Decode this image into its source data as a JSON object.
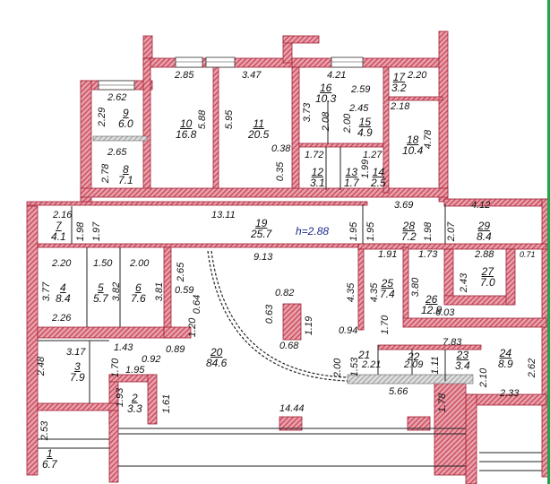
{
  "plan": {
    "ceiling_height": "h=2.88",
    "colors": {
      "wall": "#c8384c",
      "wall_hatch": "#e6a0aa",
      "accent_green": "#1fa64a",
      "background": "#ffffff"
    },
    "rooms": [
      {
        "id": "1",
        "area": "6.7"
      },
      {
        "id": "2",
        "area": "3.3"
      },
      {
        "id": "3",
        "area": "7.9"
      },
      {
        "id": "4",
        "area": "8.4"
      },
      {
        "id": "5",
        "area": "5.7"
      },
      {
        "id": "6",
        "area": "7.6"
      },
      {
        "id": "7",
        "area": "4.1"
      },
      {
        "id": "8",
        "area": "7.1"
      },
      {
        "id": "9",
        "area": "6.0"
      },
      {
        "id": "10",
        "area": "16.8"
      },
      {
        "id": "11",
        "area": "20.5"
      },
      {
        "id": "12",
        "area": "3.1"
      },
      {
        "id": "13",
        "area": "1.7"
      },
      {
        "id": "14",
        "area": "2.5"
      },
      {
        "id": "15",
        "area": "4.9"
      },
      {
        "id": "16",
        "area": "10.3"
      },
      {
        "id": "17",
        "area": "3.2"
      },
      {
        "id": "18",
        "area": "10.4"
      },
      {
        "id": "19",
        "area": "25.7"
      },
      {
        "id": "20",
        "area": "84.6"
      },
      {
        "id": "21",
        "area": ""
      },
      {
        "id": "22",
        "area": ""
      },
      {
        "id": "23",
        "area": "3.4"
      },
      {
        "id": "24",
        "area": "8.9"
      },
      {
        "id": "25",
        "area": "7.4"
      },
      {
        "id": "26",
        "area": "12.9"
      },
      {
        "id": "27",
        "area": "7.0"
      },
      {
        "id": "28",
        "area": "7.2"
      },
      {
        "id": "29",
        "area": "8.4"
      }
    ],
    "dimensions": {
      "d_2_85": "2.85",
      "d_3_47": "3.47",
      "d_4_21": "4.21",
      "d_2_20_top": "2.20",
      "d_2_62": "2.62",
      "d_2_29": "2.29",
      "d_2_65_r8": "2.65",
      "d_2_78": "2.78",
      "d_5_88": "5.88",
      "d_5_95": "5.95",
      "d_0_38": "0.38",
      "d_0_35": "0.35",
      "d_3_73": "3.73",
      "d_2_59": "2.59",
      "d_2_08": "2.08",
      "d_2_45": "2.45",
      "d_2_00_r15": "2.00",
      "d_2_18": "2.18",
      "d_4_78": "4.78",
      "d_1_72": "1.72",
      "d_1_27": "1.27",
      "d_1_99": "1.99",
      "d_2_16": "2.16",
      "d_1_98_r7": "1.98",
      "d_1_97": "1.97",
      "d_13_11": "13.11",
      "d_1_95_a": "1.95",
      "d_1_95_b": "1.95",
      "d_3_69": "3.69",
      "d_1_98_r28": "1.98",
      "d_2_07": "2.07",
      "d_4_12": "4.12",
      "d_2_20_r4": "2.20",
      "d_1_50": "1.50",
      "d_2_00_r6": "2.00",
      "d_9_13": "9.13",
      "d_1_91": "1.91",
      "d_1_73": "1.73",
      "d_2_88": "2.88",
      "d_0_71": "0.71",
      "d_2_43": "2.43",
      "d_3_77": "3.77",
      "d_2_26": "2.26",
      "d_3_82": "3.82",
      "d_3_81": "3.81",
      "d_2_65_col": "2.65",
      "d_0_59": "0.59",
      "d_0_64": "0.64",
      "d_1_20": "1.20",
      "d_0_82": "0.82",
      "d_0_63": "0.63",
      "d_1_19": "1.19",
      "d_0_68": "0.68",
      "d_4_35_a": "4.35",
      "d_4_35_b": "4.35",
      "d_3_80": "3.80",
      "d_6_03": "6.03",
      "d_0_94": "0.94",
      "d_1_70": "1.70",
      "d_2_00_door": "2.00",
      "d_1_53": "1.53",
      "d_7_83": "7.83",
      "d_2_21": "2.21",
      "d_2_09": "2.09",
      "d_1_11": "1.11",
      "d_2_10": "2.10",
      "d_2_62_r24": "2.62",
      "d_2_33": "2.33",
      "d_5_66": "5.66",
      "d_1_78": "1.78",
      "d_14_44": "14.44",
      "d_3_17": "3.17",
      "d_2_48": "2.48",
      "d_1_43": "1.43",
      "d_0_89": "0.89",
      "d_0_92": "0.92",
      "d_1_70_r3": "1.70",
      "d_1_95_r2": "1.95",
      "d_1_93": "1.93",
      "d_1_61": "1.61",
      "d_2_53": "2.53"
    }
  }
}
